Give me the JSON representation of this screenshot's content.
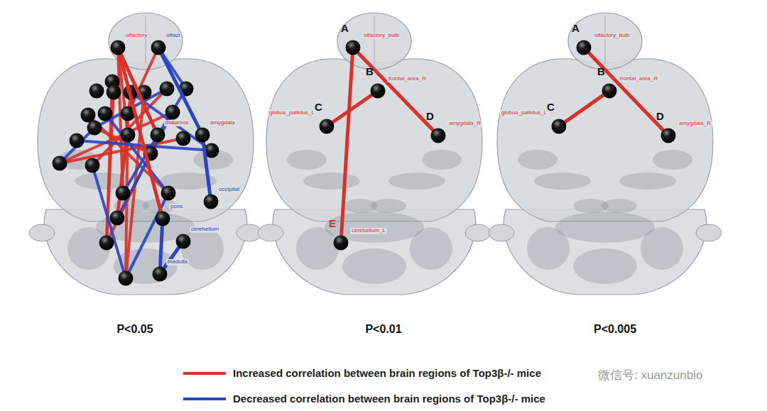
{
  "diagram": {
    "nodes": [
      {
        "text": [
          "olfactory"
        ]
      },
      {
        "text": [
          "olfact"
        ]
      },
      {
        "text": [
          "thalamus"
        ]
      },
      {
        "text": [
          "amygdala"
        ]
      },
      {
        "text": [
          "pons"
        ]
      },
      {
        "text": [
          "occipital"
        ]
      },
      {
        "text": [
          "cerebellum"
        ]
      },
      {
        "text": [
          "medulla"
        ]
      },
      {
        "text": [
          "A",
          "olfactory_bulb"
        ]
      },
      {
        "text": [
          "B",
          "frontal_area_R"
        ]
      },
      {
        "text": [
          "C",
          "globus_pallidus_L"
        ]
      },
      {
        "text": [
          "D",
          "amygdala_R"
        ]
      },
      {
        "text": [
          "E",
          "cerebellum_L"
        ]
      },
      {
        "text": [
          "A",
          "olfactory_bulb"
        ]
      },
      {
        "text": [
          "B",
          "frontal_area_R"
        ]
      },
      {
        "text": [
          "C",
          "globus_pallidus_L"
        ]
      },
      {
        "text": [
          "D",
          "amygdala_R"
        ]
      }
    ],
    "edges": [
      {
        "from": 0,
        "to": 2,
        "arrow": "none"
      },
      {
        "from": 1,
        "to": 3,
        "arrow": "none"
      },
      {
        "from": 3,
        "to": 5,
        "arrow": "none"
      },
      {
        "from": 4,
        "to": 7,
        "arrow": "none"
      },
      {
        "from": 6,
        "to": 7,
        "arrow": "none"
      },
      {
        "from": 0,
        "to": 4,
        "arrow": "none"
      },
      {
        "from": 8,
        "to": 12,
        "arrow": "none"
      },
      {
        "from": 8,
        "to": 11,
        "arrow": "none"
      },
      {
        "from": 9,
        "to": 10,
        "arrow": "none"
      },
      {
        "from": 13,
        "to": 16,
        "arrow": "none"
      },
      {
        "from": 14,
        "to": 15,
        "arrow": "none"
      }
    ],
    "labels": [
      "P<0.05",
      "P<0.01",
      "P<0.005",
      "微信号: xuanzunbio"
    ],
    "legend": [
      {
        "text": "Increased correlation between brain regions of Top3β-/- mice"
      },
      {
        "text": "Decreased correlation between brain regions of Top3β-/- mice"
      }
    ]
  }
}
